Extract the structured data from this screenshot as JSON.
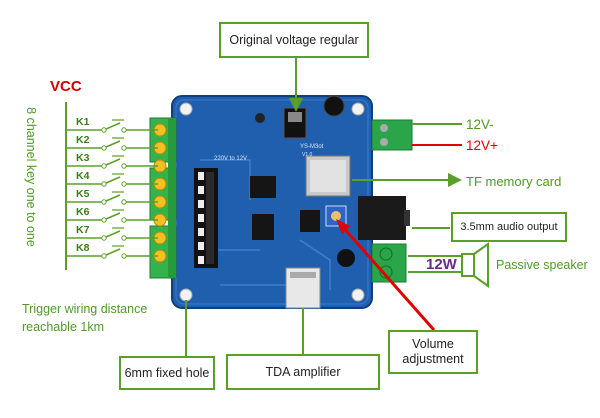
{
  "labels": {
    "regulator": "Original voltage regular",
    "vcc": "VCC",
    "vertical": "8 channel key one to one",
    "keys": [
      "K1",
      "K2",
      "K3",
      "K4",
      "K5",
      "K6",
      "K7",
      "K8"
    ],
    "v12_minus": "12V-",
    "v12_plus": "12V+",
    "tf_card": "TF memory card",
    "audio_out": "3.5mm audio output",
    "watt": "12W",
    "speaker": "Passive speaker",
    "trigger_line1": "Trigger wiring distance",
    "trigger_line2": "reachable 1km",
    "fixed_hole": "6mm fixed hole",
    "tda": "TDA amplifier",
    "volume_line1": "Volume",
    "volume_line2": "adjustment"
  },
  "board": {
    "silk_model": "YS-M3ot",
    "silk_version": "V1.0",
    "silk_psu": "220V to 12V"
  },
  "colors": {
    "green": "#5aa028",
    "vcc_red": "#d40000",
    "plus_red": "#e10000",
    "watt_purple": "#6a2a8a",
    "pcb_blue": "#1f5fae"
  }
}
